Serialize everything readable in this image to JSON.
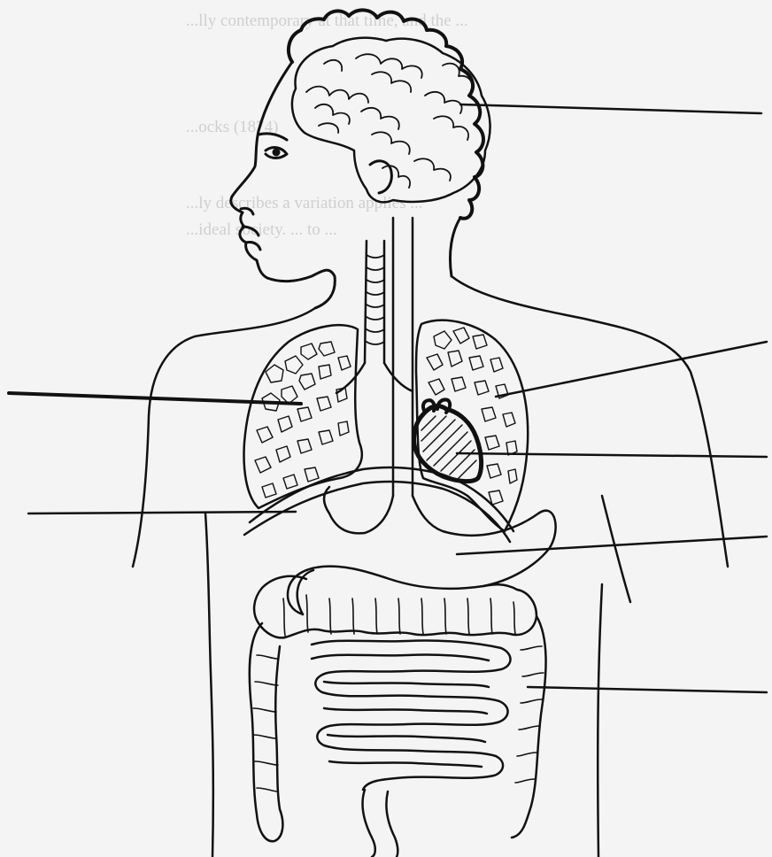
{
  "page": {
    "background": "#f4f4f4",
    "line_color": "#111111"
  },
  "background_text": [
    "...lly contemporary at that time, and the ...",
    "...",
    "...",
    "...ocks (1874)",
    "...",
    "...ly describes a variation applies ... ",
    "...ideal society. ... to ... ",
    "...",
    "...",
    "...",
    "...",
    "...",
    "...",
    "...",
    "...",
    "...",
    "...",
    "...",
    "...",
    "...",
    "...",
    "...",
    "...",
    "..."
  ],
  "diagram": {
    "subject": "human organ systems",
    "labels": [
      {
        "id": "brain",
        "text": ""
      },
      {
        "id": "lungs",
        "text": ""
      },
      {
        "id": "heart",
        "text": ""
      },
      {
        "id": "stomach",
        "text": ""
      },
      {
        "id": "intestines",
        "text": ""
      },
      {
        "id": "trachea",
        "text": ""
      },
      {
        "id": "diaphragm",
        "text": ""
      }
    ]
  }
}
